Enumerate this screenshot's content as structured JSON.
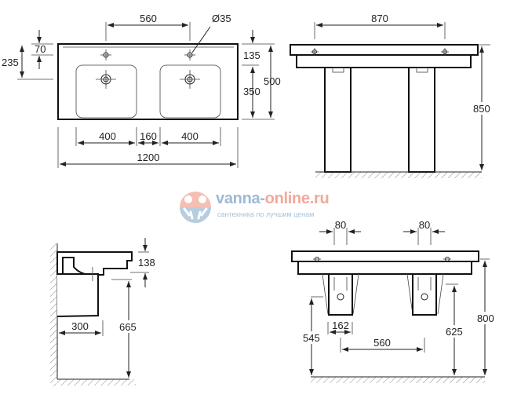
{
  "watermark": {
    "brand_a": "vanna-",
    "brand_b": "online.ru",
    "tagline": "сантехника по лучшим ценам",
    "colors": {
      "blue": "#9dbad4",
      "red": "#f1a89c"
    }
  },
  "top_view": {
    "faucet_spacing": "560",
    "hole_diameter": "Ø35",
    "hole_offset": "70",
    "drain_offset": "235",
    "back_to_bowl": "135",
    "bowl_depth": "350",
    "total_depth": "500",
    "bowl_width_left": "400",
    "bowl_gap": "160",
    "bowl_width_right": "400",
    "total_width": "1200"
  },
  "front_view_pedestal": {
    "fixing_spacing": "870",
    "height": "850"
  },
  "side_view": {
    "bowl_height": "138",
    "pedestal_depth": "300",
    "pedestal_bottom_height": "665"
  },
  "front_view_semi_pedestal": {
    "left_offset": "80",
    "right_offset": "80",
    "pedestal_width": "162",
    "pedestal_spacing": "560",
    "left_height": "545",
    "drain_height": "625",
    "top_height": "800"
  }
}
